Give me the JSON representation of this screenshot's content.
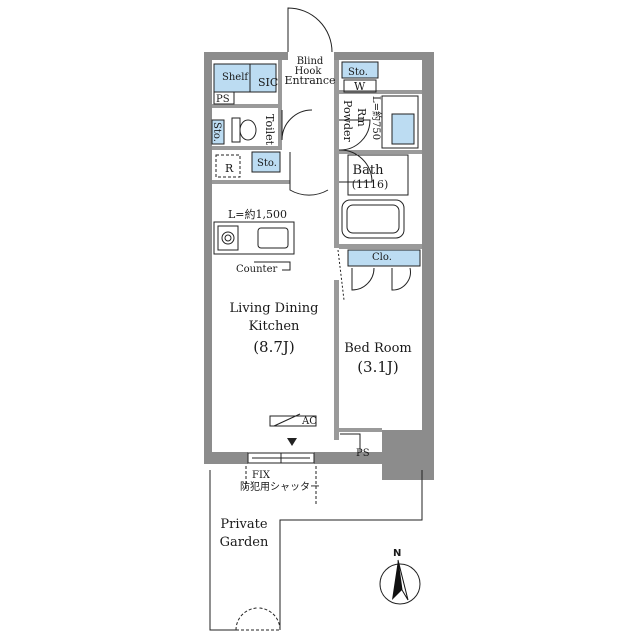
{
  "rooms": {
    "ldk_line1": "Living Dining",
    "ldk_line2": "Kitchen",
    "ldk_size": "(8.7J)",
    "bedroom_name": "Bed Room",
    "bedroom_size": "(3.1J)",
    "bath_name": "Bath",
    "bath_size": "(1116)",
    "entrance_line1": "Blind",
    "entrance_line2": "Hook",
    "entrance_line3": "Entrance",
    "toilet": "Toilet",
    "powder_line1": "Powder",
    "powder_line2": "Rm",
    "garden_line1": "Private",
    "garden_line2": "Garden"
  },
  "fixtures": {
    "shelf": "Shelf",
    "sic": "SIC",
    "ps_top": "PS",
    "sto_small": "Sto.",
    "sto_top": "Sto.",
    "sto_mid": "Sto.",
    "w": "W",
    "r": "R",
    "clo": "Clo.",
    "counter": "Counter",
    "counter_length": "L=約1,500",
    "vanity_length": "L=約750",
    "ac": "AC",
    "ps_bottom": "PS",
    "fix": "FIX",
    "shutter": "防犯用シャッター"
  },
  "compass": {
    "north": "N"
  },
  "colors": {
    "wall": "#8c8c8c",
    "storage": "#bcdcf2",
    "line": "#222222"
  }
}
